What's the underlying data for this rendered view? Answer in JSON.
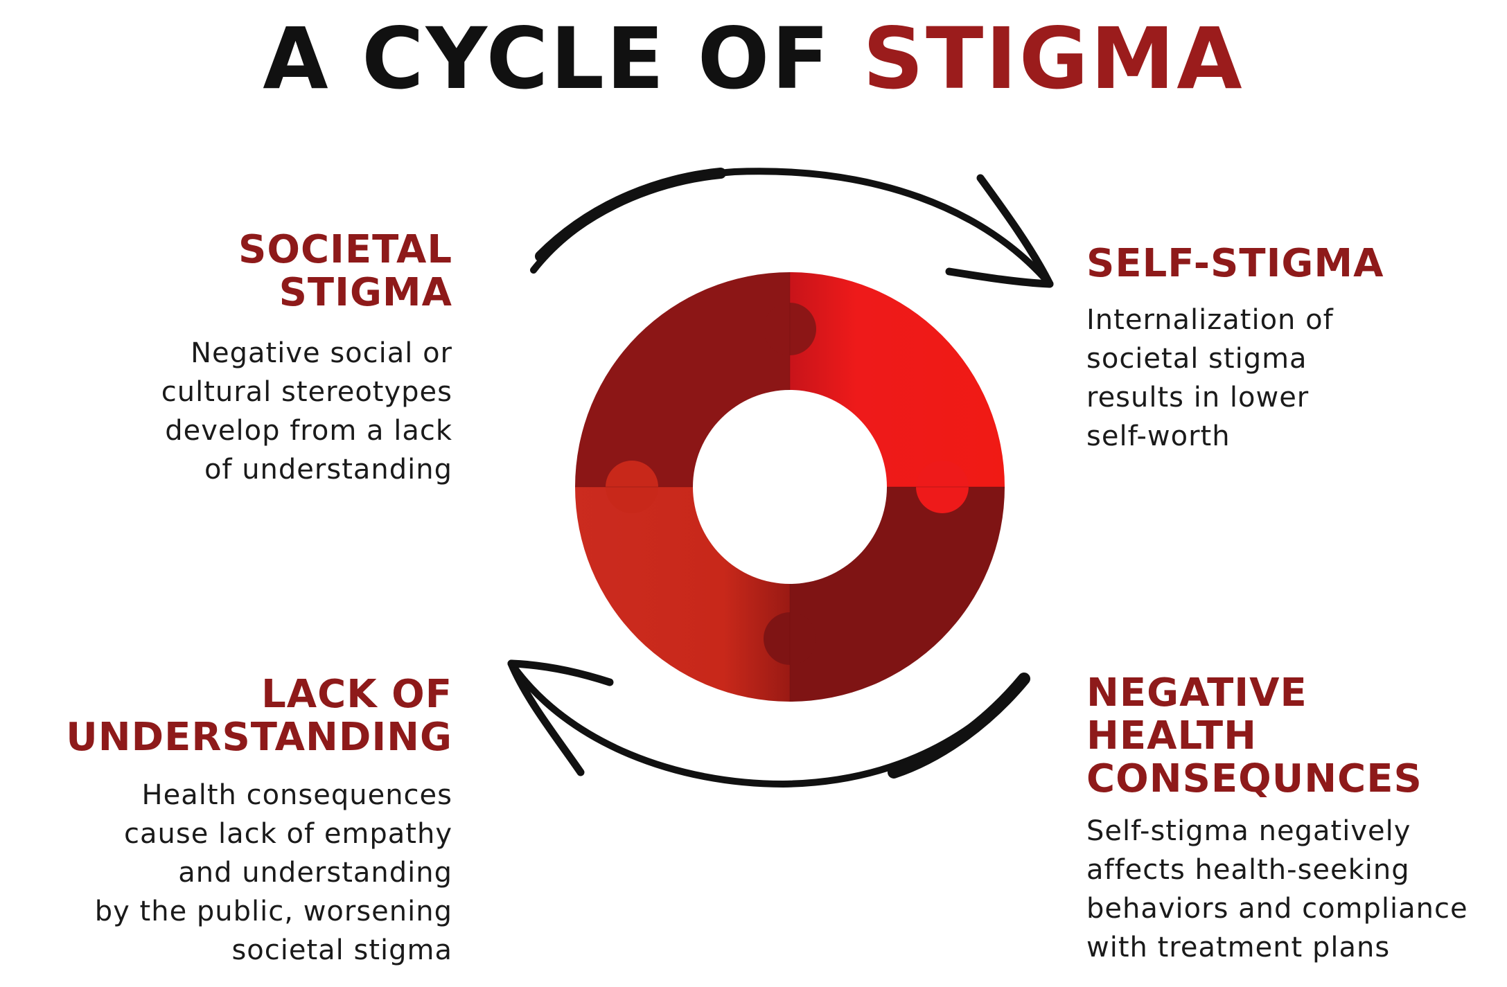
{
  "title": {
    "part1": "A CYCLE OF ",
    "part2": "STIGMA"
  },
  "colors": {
    "accent": "#8e1a1a",
    "title_accent": "#9b1c1c",
    "ring_dark": "#8a1515",
    "ring_bright": "#ee1a1a",
    "ring_orange": "#c8281a",
    "ring_deep": "#7a1212"
  },
  "sections": {
    "societal": {
      "heading": [
        "SOCIETAL",
        "STIGMA"
      ],
      "desc": [
        "Negative social or",
        "cultural stereotypes",
        "develop from a lack",
        "of understanding"
      ]
    },
    "self": {
      "heading": [
        "SELF-STIGMA"
      ],
      "desc": [
        "Internalization of",
        "societal stigma",
        "results in lower",
        "self-worth"
      ]
    },
    "lack": {
      "heading": [
        "LACK OF",
        "UNDERSTANDING"
      ],
      "desc": [
        "Health consequences",
        "cause lack of empathy",
        "and understanding",
        "by the public, worsening",
        "societal stigma"
      ]
    },
    "negative": {
      "heading": [
        "NEGATIVE",
        "HEALTH",
        "CONSEQUNCES"
      ],
      "desc": [
        "Self-stigma negatively",
        "affects health-seeking",
        "behaviors and compliance",
        "with treatment plans"
      ]
    }
  }
}
